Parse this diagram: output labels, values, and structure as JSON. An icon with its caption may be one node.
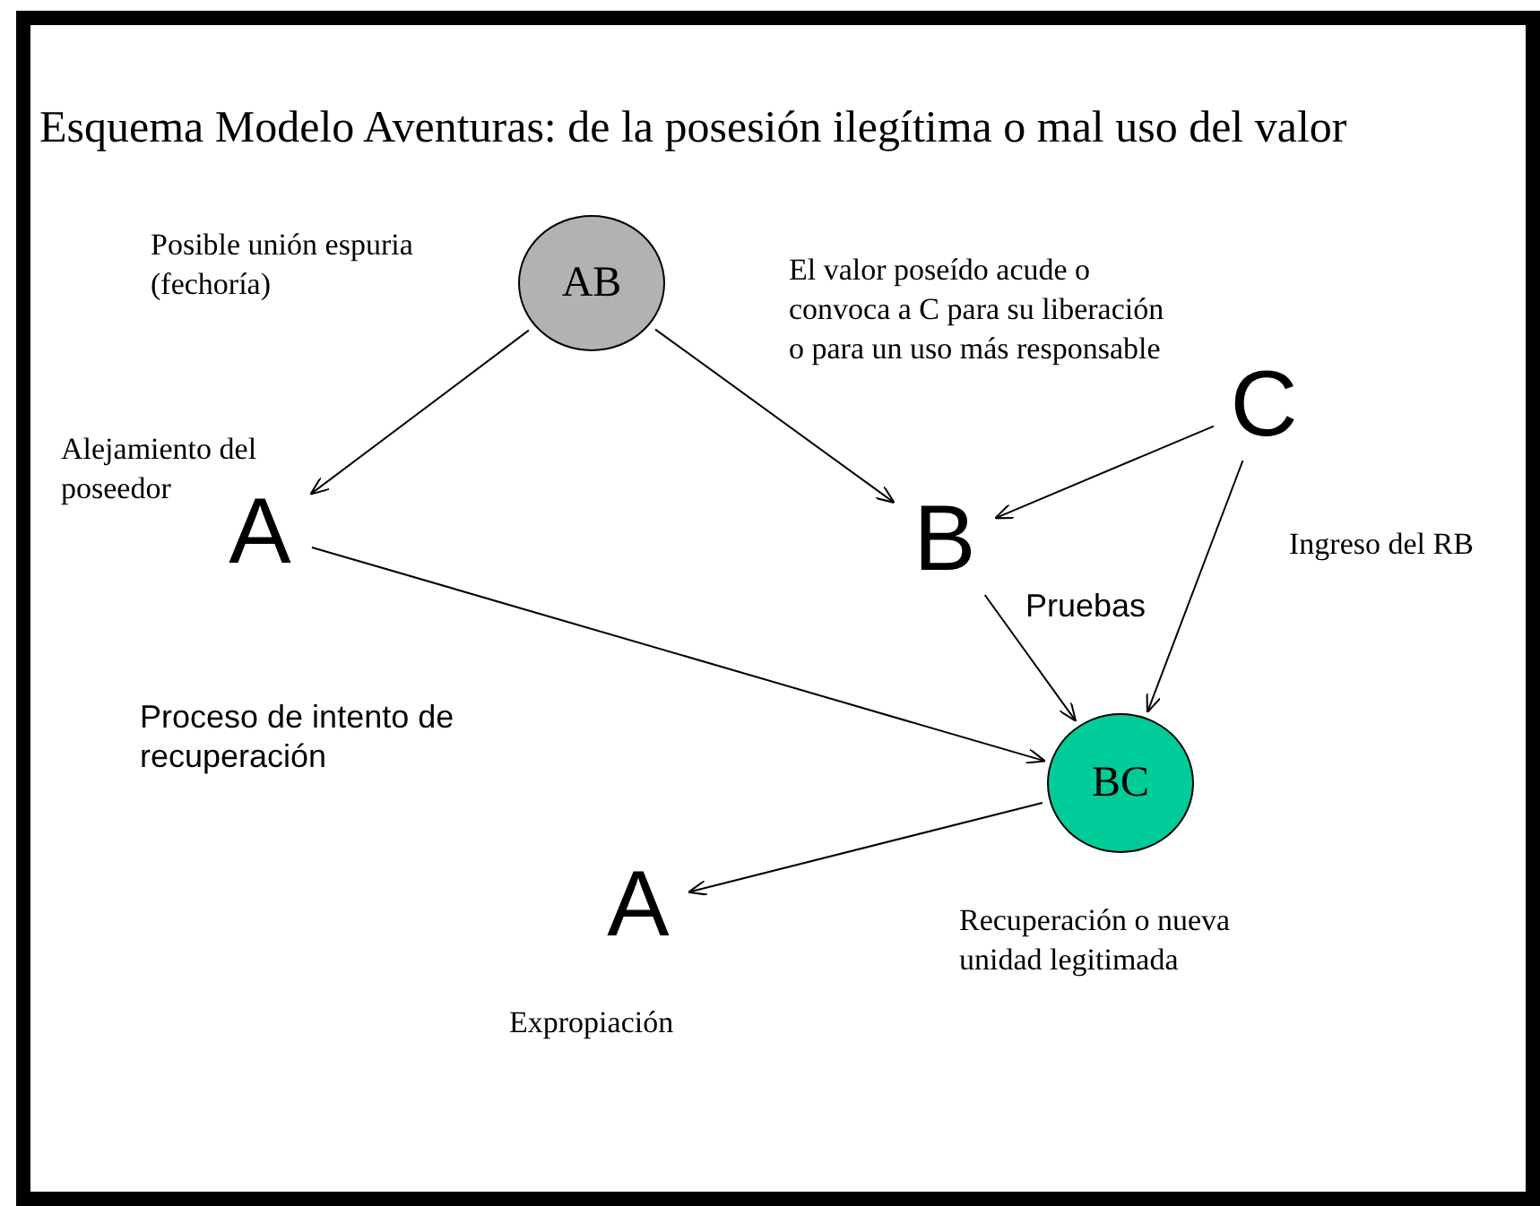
{
  "diagram": {
    "title": "Esquema Modelo Aventuras: de la posesión ilegítima o mal uso del valor",
    "nodes": [
      {
        "text": [
          "AB"
        ]
      },
      {
        "text": [
          "A"
        ]
      },
      {
        "text": [
          "B"
        ]
      },
      {
        "text": [
          "C"
        ]
      },
      {
        "text": [
          "BC"
        ]
      },
      {
        "text": [
          "A"
        ]
      }
    ],
    "edges": [
      {
        "from": 0,
        "to": 1,
        "arrow": "to"
      },
      {
        "from": 0,
        "to": 2,
        "arrow": "to"
      },
      {
        "from": 3,
        "to": 2,
        "arrow": "to"
      },
      {
        "from": 3,
        "to": 4,
        "arrow": "to"
      },
      {
        "from": 2,
        "to": 4,
        "arrow": "to"
      },
      {
        "from": 1,
        "to": 4,
        "arrow": "to"
      },
      {
        "from": 4,
        "to": 5,
        "arrow": "to"
      }
    ],
    "labels": [
      "Posible unión espuria (fechoría)",
      "El valor poseído acude o convoca a C para su liberación o para un uso más responsable",
      "Alejamiento del poseedor",
      "Ingreso del RB",
      "Pruebas",
      "Proceso de intento de recuperación",
      "Recuperación o nueva unidad legitimada",
      "Expropiación"
    ]
  }
}
